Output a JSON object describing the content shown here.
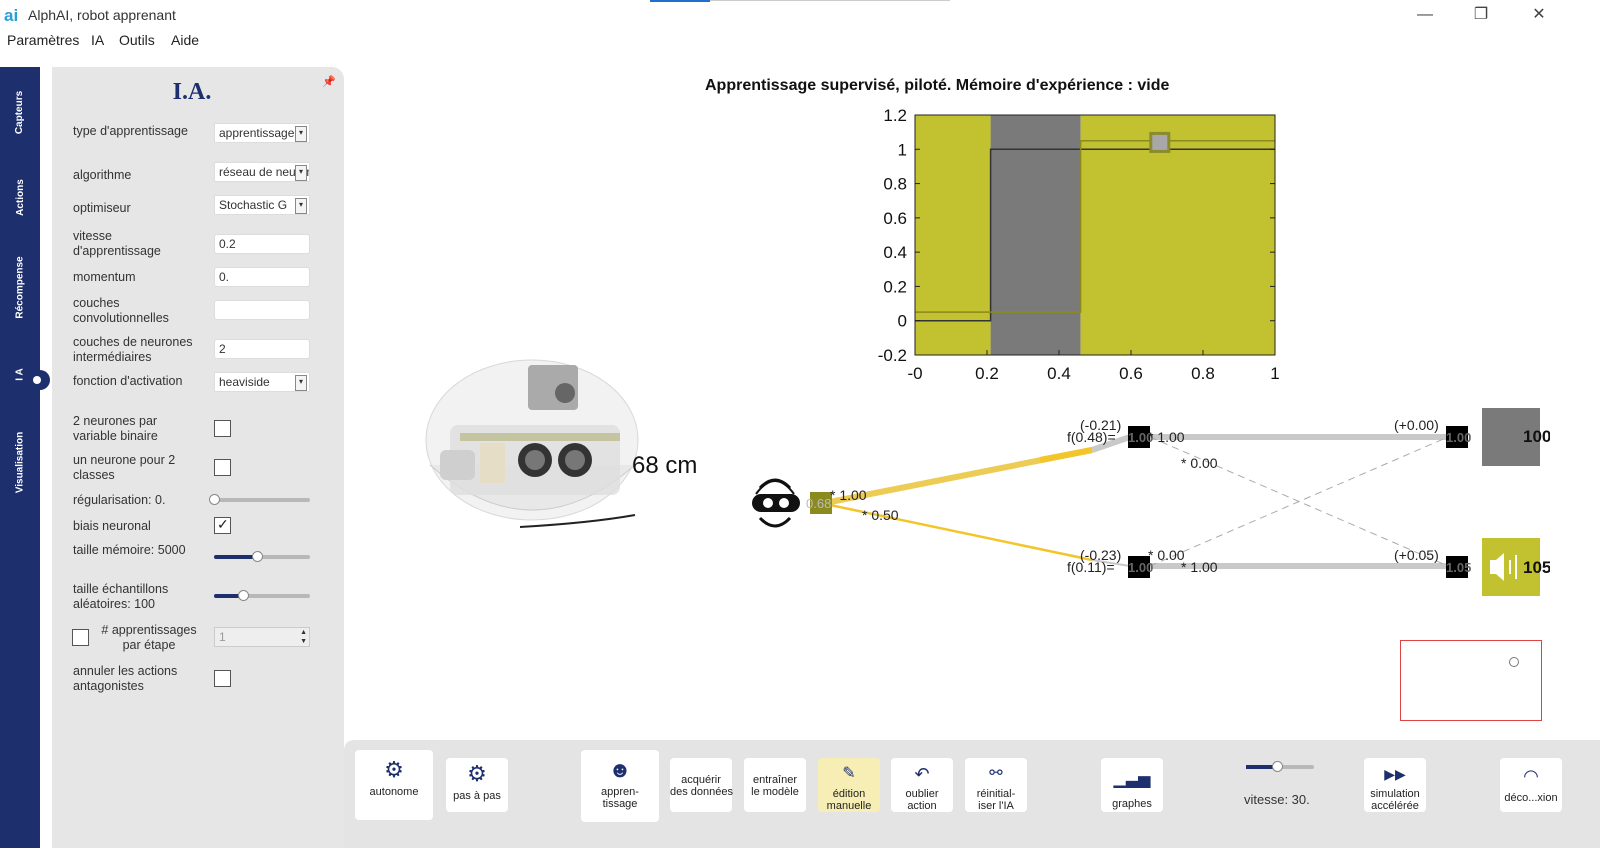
{
  "window": {
    "title": "AlphAI, robot apprenant",
    "logo": "ai",
    "controls": [
      "—",
      "❐",
      "✕"
    ]
  },
  "menu": [
    "Paramètres",
    "IA",
    "Outils",
    "Aide"
  ],
  "side_tabs": [
    "Capteurs",
    "Actions",
    "Récompense",
    "I A",
    "Visualisation"
  ],
  "panel": {
    "title": "I.A.",
    "type_label": "type d'apprentissage",
    "type_value": "apprentissage",
    "algo_label": "algorithme",
    "algo_value": "réseau de neurones",
    "optim_label": "optimiseur",
    "optim_value": "Stochastic G",
    "lr_label": "vitesse d'apprentissage",
    "lr_value": "0.2",
    "momentum_label": "momentum",
    "momentum_value": "0.",
    "conv_label": "couches convolutionnelles",
    "conv_value": "",
    "hidden_label": "couches de neurones intermédiaires",
    "hidden_value": "2",
    "activation_label": "fonction d'activation",
    "activation_value": "heaviside",
    "binary_label": "2 neurones par variable binaire",
    "binary_checked": false,
    "oneneuron_label": "un neurone pour 2 classes",
    "oneneuron_checked": false,
    "reg_label": "régularisation: 0.",
    "reg_level": 0,
    "bias_label": "biais neuronal",
    "bias_checked": true,
    "memory_label": "taille mémoire: 5000",
    "memory_level": 0.45,
    "sample_label": "taille échantillons aléatoires: 100",
    "sample_level": 0.3,
    "steps_label": "# apprentissages par étape",
    "steps_checked": false,
    "steps_value": "1",
    "cancel_label": "annuler les actions antagonistes",
    "cancel_checked": false
  },
  "chart_title": "Apprentissage supervisé, piloté. Mémoire d'expérience : vide",
  "chart_data": {
    "type": "line",
    "xlim": [
      0,
      1
    ],
    "ylim": [
      -0.2,
      1.2
    ],
    "xticks": [
      "-0",
      "0.2",
      "0.4",
      "0.6",
      "0.8",
      "1"
    ],
    "yticks": [
      "1.2",
      "1",
      "0.8",
      "0.6",
      "0.4",
      "0.2",
      "0",
      "-0.2"
    ],
    "regions": [
      {
        "from": 0.0,
        "to": 0.21,
        "color": "#c2c12f"
      },
      {
        "from": 0.21,
        "to": 0.46,
        "color": "#7a7a7a"
      },
      {
        "from": 0.46,
        "to": 1.0,
        "color": "#c2c12f"
      }
    ],
    "series": [
      {
        "color": "#333333",
        "points": [
          [
            0,
            0
          ],
          [
            0.21,
            0
          ],
          [
            0.21,
            1
          ],
          [
            1,
            1
          ]
        ]
      },
      {
        "color": "#8a8a1e",
        "points": [
          [
            0,
            0.05
          ],
          [
            0.46,
            0.05
          ],
          [
            0.46,
            1.05
          ],
          [
            1,
            1.05
          ]
        ]
      }
    ],
    "marker": {
      "x": 0.68,
      "y": 1.04,
      "color": "#8a8a2e"
    }
  },
  "distance": "68 cm",
  "network": {
    "input_value": "0.68",
    "w_in_top": "* 1.00",
    "w_in_bot": "* 0.50",
    "h1_bias": "(-0.21)",
    "h1_func": "f(0.48)=",
    "h1_value": "1.00",
    "h1_w_straight": "* 1.00",
    "h1_w_cross": "* 0.00",
    "h2_bias": "(-0.23)",
    "h2_func": "f(0.11)=",
    "h2_value": "1.00",
    "h2_w_cross": "* 0.00",
    "h2_w_straight": "* 1.00",
    "o1_bias": "(+0.00)",
    "o1_value": "1.00",
    "o1_score": "100",
    "o2_bias": "(+0.05)",
    "o2_value": "1.05",
    "o2_score": "105"
  },
  "toolbar": {
    "autonome": "autonome",
    "pas_a_pas": "pas à pas",
    "apprentissage": "appren-\ntissage",
    "acquerir": "acquérir\ndes données",
    "entrainer": "entraîner\nle modèle",
    "edition": "édition\nmanuelle",
    "oublier": "oublier\naction",
    "reinit": "réinitial-\niser l'IA",
    "graphes": "graphes",
    "vitesse": "vitesse: 30.",
    "vitesse_level": 0.45,
    "simulation": "simulation\naccélérée",
    "deco": "déco...xion"
  },
  "colors": {
    "navy": "#1e2f6e",
    "olive": "#c2c12f",
    "gray_region": "#7a7a7a",
    "weight_yellow": "#f2c52a",
    "link_gray": "#c9c9c9"
  }
}
